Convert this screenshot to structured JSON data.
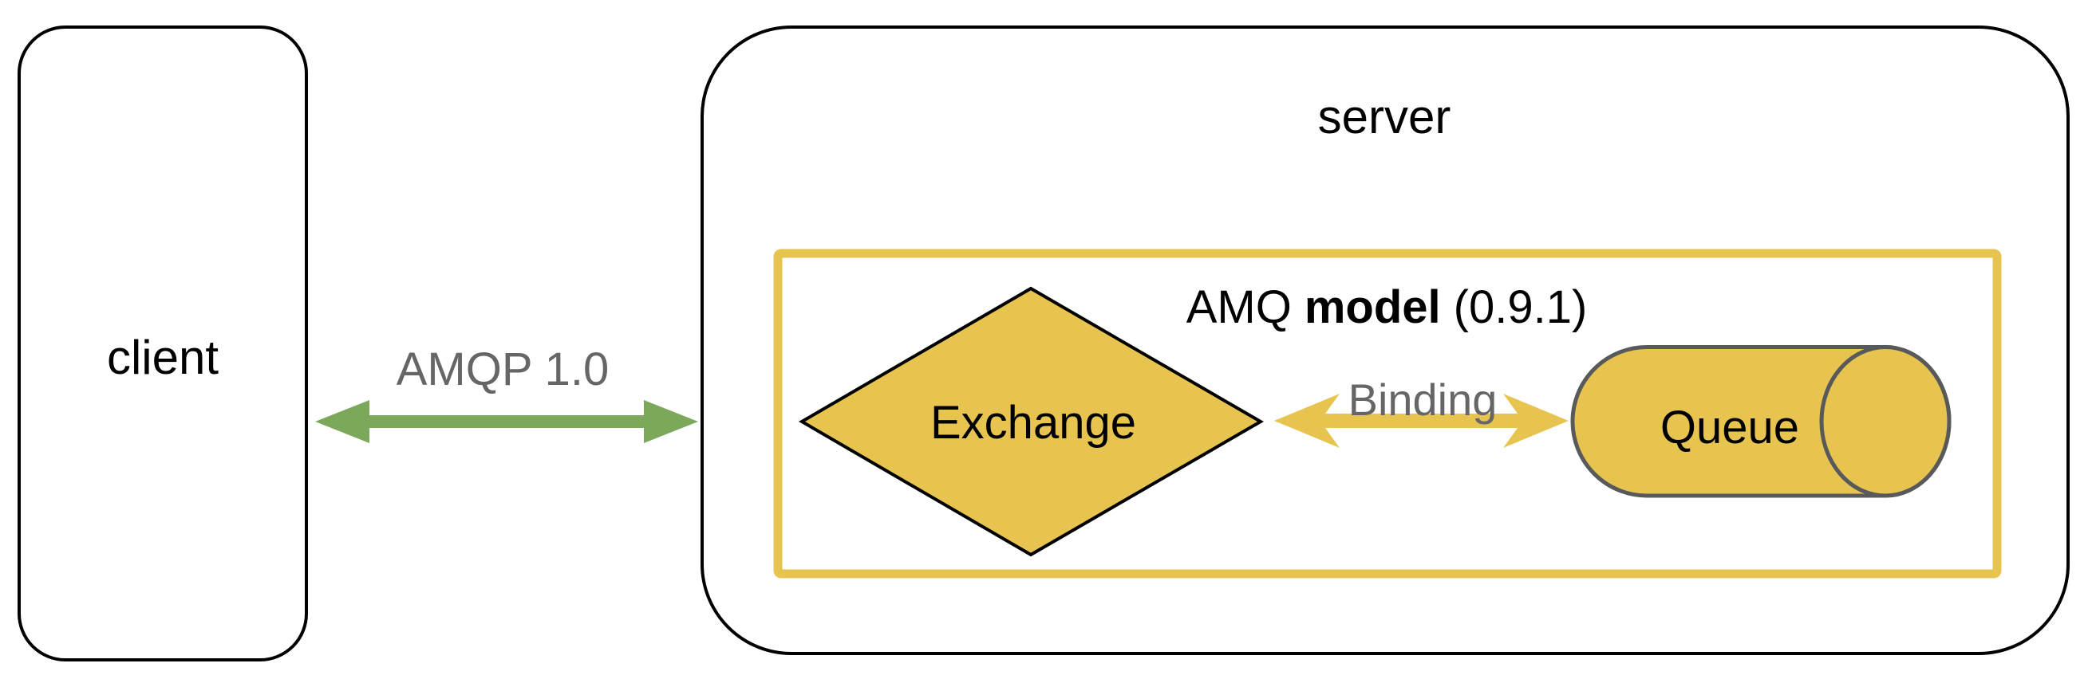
{
  "client_box": {
    "label": "client"
  },
  "amqp_connection": {
    "label": "AMQP 1.0"
  },
  "server_box": {
    "label": "server"
  },
  "amq_model_frame": {
    "label_prefix": "AMQ",
    "label_bold": "model",
    "label_version": "(0.9.1)"
  },
  "exchange_node": {
    "label": "Exchange"
  },
  "binding_connection": {
    "label": "Binding"
  },
  "queue_node": {
    "label": "Queue"
  },
  "colors": {
    "accent_yellow": "#E7C44F",
    "accent_green": "#7CA85C",
    "label_gray": "#666666",
    "outline_black": "#000000",
    "cylinder_gray": "#58595B",
    "background": "#FFFFFF"
  }
}
